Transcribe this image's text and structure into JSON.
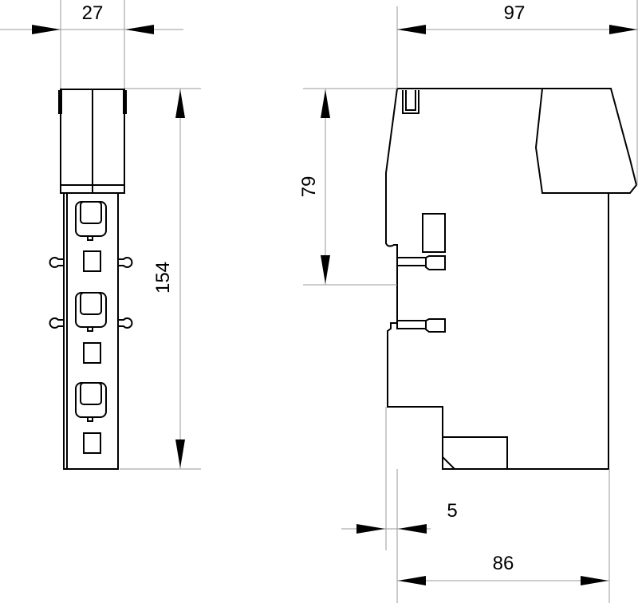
{
  "drawing": {
    "front_view": {
      "width_label": "27",
      "height_label": "154"
    },
    "side_view": {
      "depth_label": "97",
      "rail_height_label": "79",
      "rail_offset_label": "5",
      "base_depth_label": "86"
    },
    "colors": {
      "line": "#000000",
      "dimension": "#9a9a9a"
    }
  }
}
